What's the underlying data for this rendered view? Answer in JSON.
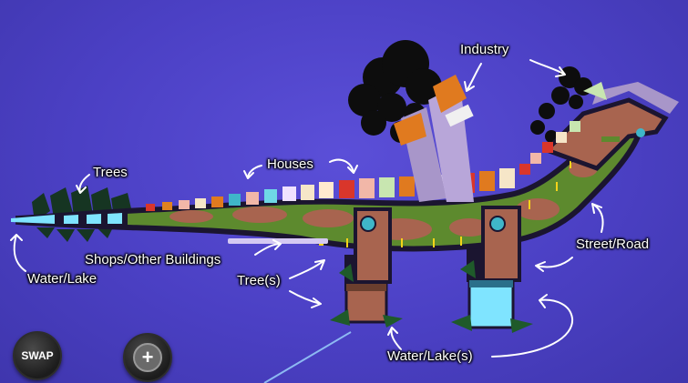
{
  "labels": {
    "industry": "Industry",
    "houses": "Houses",
    "trees": "Trees",
    "street_road": "Street/Road",
    "shops": "Shops/Other Buildings",
    "water_lake": "Water/Lake",
    "trees_plural": "Tree(s)",
    "water_lakes": "Water/Lake(s)"
  },
  "buttons": {
    "swap": "SWAP",
    "add_icon": "plus-icon"
  },
  "colors": {
    "background": "#4b40c4",
    "body_green": "#5d8a2e",
    "body_brown": "#a8644f",
    "outline_dark": "#1b1530",
    "smoke": "#0d0d0d",
    "water_blue": "#7fe4ff",
    "chimney_lilac": "#a896c9",
    "chimney_orange": "#e07a1f",
    "tree_dark": "#163522"
  }
}
